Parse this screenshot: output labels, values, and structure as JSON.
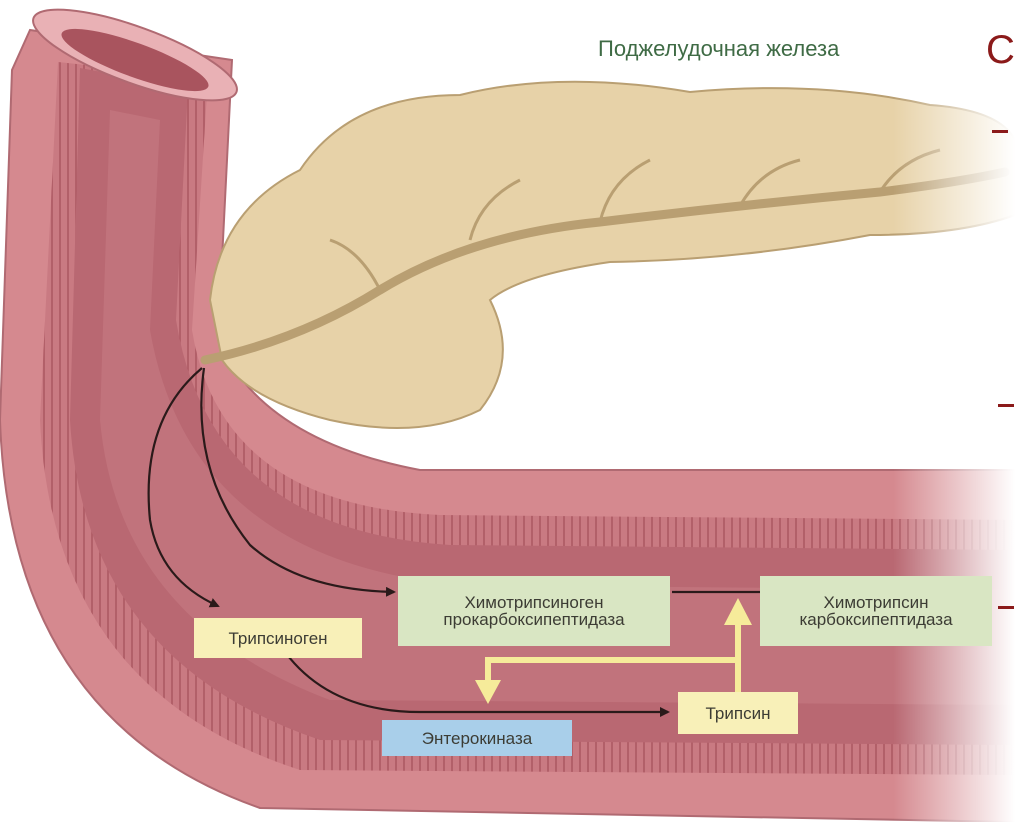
{
  "diagram": {
    "organ_label": "Поджелудочная железа",
    "slide_fragment": {
      "letter": "С",
      "dash": "-"
    },
    "nodes": {
      "trypsinogen": "Трипсиноген",
      "inactive_enzymes": [
        "Химотрипсиноген",
        "прокарбоксипептидаза"
      ],
      "active_enzymes": [
        "Химотрипсин",
        "карбоксипептидаза"
      ],
      "enterokinase": "Энтерокиназа",
      "trypsin": "Трипсин"
    },
    "edges": [
      {
        "from": "pancreatic-duct",
        "to": "trypsinogen"
      },
      {
        "from": "pancreatic-duct",
        "to": "inactive_enzymes"
      },
      {
        "from": "trypsinogen",
        "to": "trypsin"
      },
      {
        "from": "inactive_enzymes",
        "to": "active_enzymes"
      },
      {
        "from": "trypsin",
        "to": "inactive_enzymes-to-active_enzymes"
      },
      {
        "from": "trypsin",
        "to": "trypsinogen-to-trypsin"
      }
    ],
    "colors": {
      "intestine_wall": "#d5898f",
      "intestine_lumen": "#b96872",
      "pancreas": "#e7d2a8",
      "duct": "#b99f72",
      "activation_arrow": "#f6eb9a",
      "arrow": "#2a1a1a",
      "node_yellow": "#f8f0b8",
      "node_green": "#d9e6c3",
      "node_blue": "#a9cfea",
      "title_green": "#3f6b45",
      "slide_red": "#8b1a1a"
    }
  }
}
